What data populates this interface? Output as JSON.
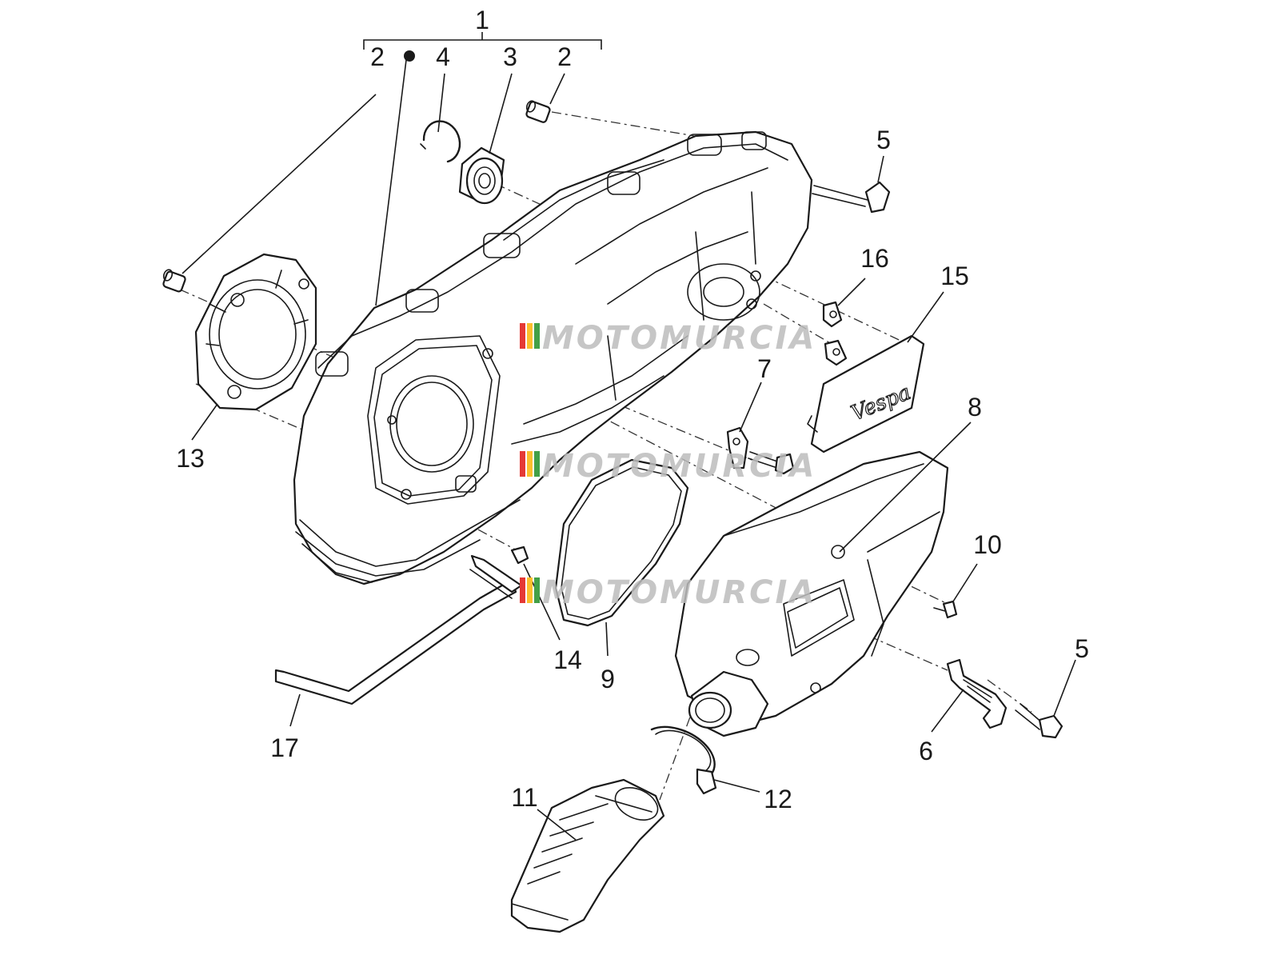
{
  "callouts": {
    "c1": "1",
    "c2a": "2",
    "c4": "4",
    "c3": "3",
    "c2b": "2",
    "c5a": "5",
    "c16": "16",
    "c15": "15",
    "c7": "7",
    "c8": "8",
    "c13": "13",
    "c10": "10",
    "c5b": "5",
    "c14": "14",
    "c9": "9",
    "c17": "17",
    "c6": "6",
    "c11": "11",
    "c12": "12"
  },
  "watermarks": [
    "MOTOMURCIA",
    "MOTOMURCIA",
    "MOTOMURCIA"
  ],
  "cover_logo": "Vespa",
  "colors": {
    "line": "#1a1a1a",
    "watermark_stripes": [
      "#e53935",
      "#fbc02d",
      "#43a047"
    ]
  }
}
